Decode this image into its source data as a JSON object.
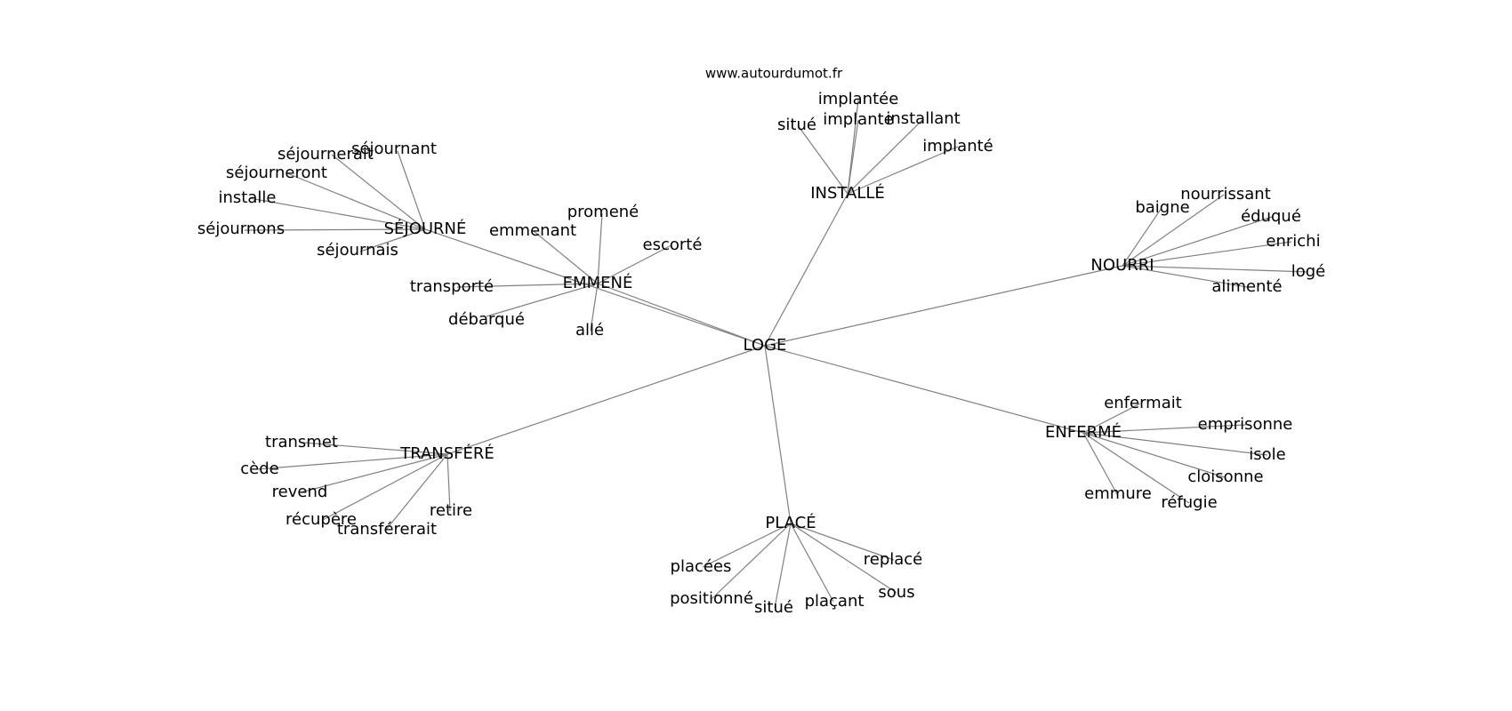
{
  "site": "www.autourdumot.fr",
  "center": "LOGE",
  "groups": [
    {
      "label": "SÉJOURNÉ",
      "children": [
        "séjournant",
        "séjournerait",
        "séjourneront",
        "installe",
        "séjournons",
        "séjournais"
      ]
    },
    {
      "label": "EMMENÉ",
      "children": [
        "promené",
        "emmenant",
        "escorté",
        "transporté",
        "débarqué",
        "allé"
      ]
    },
    {
      "label": "INSTALLÉ",
      "children": [
        "implantée",
        "situé",
        "implante",
        "installant",
        "implanté"
      ]
    },
    {
      "label": "NOURRI",
      "children": [
        "nourrissant",
        "baigne",
        "éduqué",
        "enrichi",
        "logé",
        "alimenté"
      ]
    },
    {
      "label": "ENFERMÉ",
      "children": [
        "enfermait",
        "emprisonne",
        "isole",
        "cloisonne",
        "réfugie",
        "emmure"
      ]
    },
    {
      "label": "PLACÉ",
      "children": [
        "replacé",
        "placées",
        "positionné",
        "situé",
        "plaçant",
        "sous"
      ]
    },
    {
      "label": "TRANSFÉRÉ",
      "children": [
        "transmet",
        "cède",
        "revend",
        "récupère",
        "transférerait",
        "retire"
      ]
    }
  ]
}
